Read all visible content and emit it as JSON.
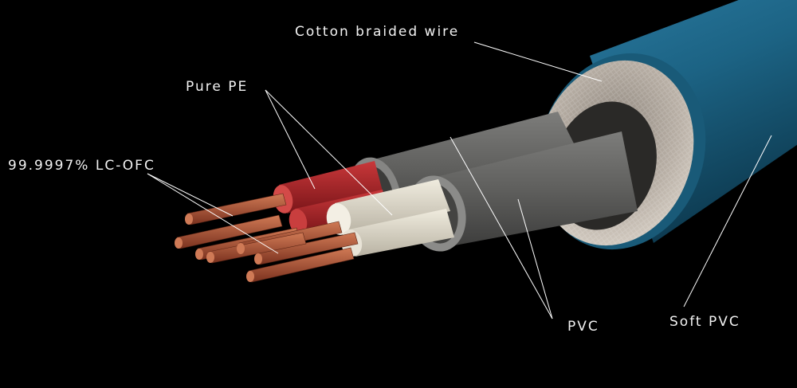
{
  "labels": {
    "cotton": "Cotton braided wire",
    "pure_pe": "Pure PE",
    "ofc": "99.9997% LC-OFC",
    "pvc": "PVC",
    "soft_pvc": "Soft PVC"
  },
  "colors": {
    "background": "#000000",
    "jacket": "#1e6585",
    "braid": "#b7aea5",
    "pvc": "#6a6a68",
    "pe_red": "#b3262a",
    "pe_white": "#e1dccd",
    "copper": "#b0583a",
    "leader": "#ffffff"
  }
}
